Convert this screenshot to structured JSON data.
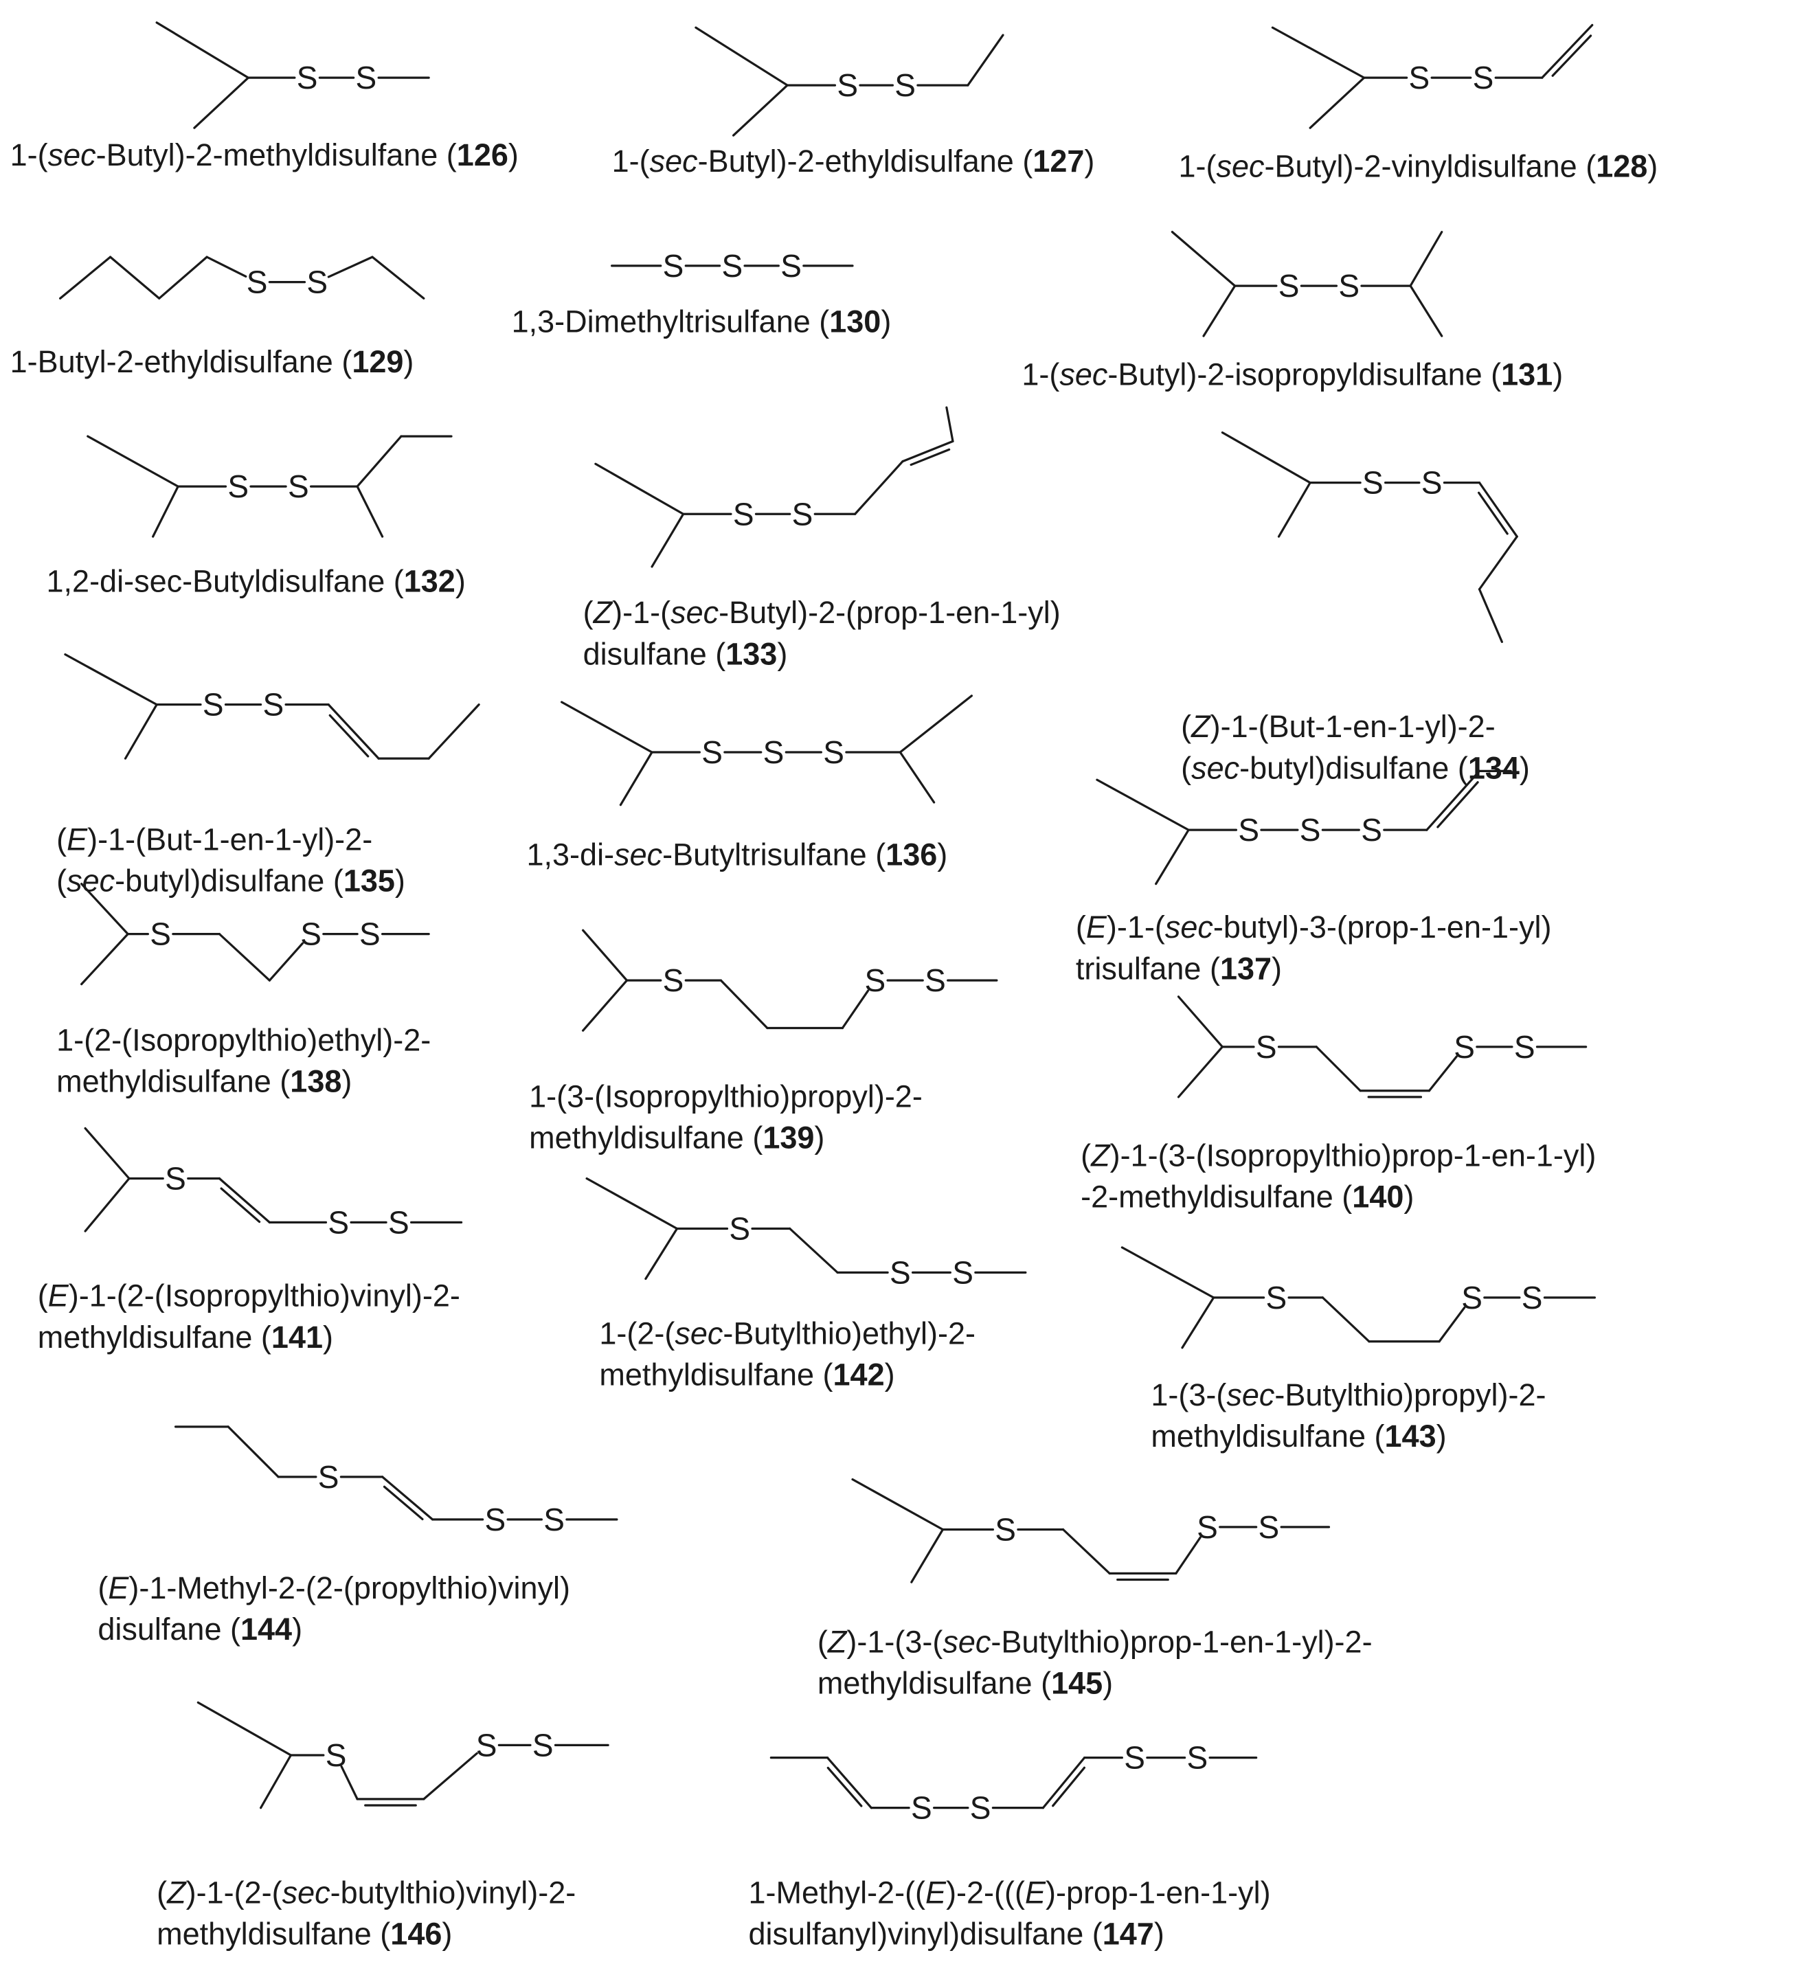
{
  "atom_symbol": "S",
  "compounds": [
    {
      "id": "126",
      "line1": [
        [
          "1-(",
          0
        ],
        [
          "sec",
          1
        ],
        [
          "-Butyl)-2-methyldisulfane (",
          0
        ]
      ]
    },
    {
      "id": "127",
      "line1": [
        [
          "1-(",
          0
        ],
        [
          "sec",
          1
        ],
        [
          "-Butyl)-2-ethyldisulfane (",
          0
        ]
      ]
    },
    {
      "id": "128",
      "line1": [
        [
          "1-(",
          0
        ],
        [
          "sec",
          1
        ],
        [
          "-Butyl)-2-vinyldisulfane (",
          0
        ]
      ]
    },
    {
      "id": "129",
      "line1": [
        [
          "1-Butyl-2-ethyldisulfane (",
          0
        ]
      ]
    },
    {
      "id": "130",
      "line1": [
        [
          "1,3-Dimethyltrisulfane (",
          0
        ]
      ]
    },
    {
      "id": "131",
      "line1": [
        [
          "1-(",
          0
        ],
        [
          "sec",
          1
        ],
        [
          "-Butyl)-2-isopropyldisulfane (",
          0
        ]
      ]
    },
    {
      "id": "132",
      "line1": [
        [
          "1,2-di-sec-Butyldisulfane (",
          0
        ]
      ]
    },
    {
      "id": "133",
      "line1": [
        [
          "(",
          0
        ],
        [
          "Z",
          1
        ],
        [
          ")-1-(",
          0
        ],
        [
          "sec",
          1
        ],
        [
          "-Butyl)-2-(prop-1-en-1-yl)",
          0
        ]
      ],
      "line2": [
        [
          "disulfane (",
          0
        ]
      ]
    },
    {
      "id": "134",
      "line1": [
        [
          "(",
          0
        ],
        [
          "Z",
          1
        ],
        [
          ")-1-(But-1-en-1-yl)-2-",
          0
        ]
      ],
      "line2": [
        [
          "(",
          0
        ],
        [
          "sec",
          1
        ],
        [
          "-butyl)disulfane (",
          0
        ]
      ]
    },
    {
      "id": "135",
      "line1": [
        [
          "(",
          0
        ],
        [
          "E",
          1
        ],
        [
          ")-1-(But-1-en-1-yl)-2-",
          0
        ]
      ],
      "line2": [
        [
          "(",
          0
        ],
        [
          "sec",
          1
        ],
        [
          "-butyl)disulfane (",
          0
        ]
      ]
    },
    {
      "id": "136",
      "line1": [
        [
          "1,3-di-",
          0
        ],
        [
          "sec",
          1
        ],
        [
          "-Butyltrisulfane (",
          0
        ]
      ]
    },
    {
      "id": "137",
      "line1": [
        [
          "(",
          0
        ],
        [
          "E",
          1
        ],
        [
          ")-1-(",
          0
        ],
        [
          "sec",
          1
        ],
        [
          "-butyl)-3-(prop-1-en-1-yl)",
          0
        ]
      ],
      "line2": [
        [
          "trisulfane (",
          0
        ]
      ]
    },
    {
      "id": "138",
      "line1": [
        [
          "1-(2-(Isopropylthio)ethyl)-2-",
          0
        ]
      ],
      "line2": [
        [
          "methyldisulfane (",
          0
        ]
      ]
    },
    {
      "id": "139",
      "line1": [
        [
          "1-(3-(Isopropylthio)propyl)-2-",
          0
        ]
      ],
      "line2": [
        [
          "methyldisulfane (",
          0
        ]
      ]
    },
    {
      "id": "140",
      "line1": [
        [
          "(",
          0
        ],
        [
          "Z",
          1
        ],
        [
          ")-1-(3-(Isopropylthio)prop-1-en-1-yl)",
          0
        ]
      ],
      "line2": [
        [
          "-2-methyldisulfane (",
          0
        ]
      ]
    },
    {
      "id": "141",
      "line1": [
        [
          "(",
          0
        ],
        [
          "E",
          1
        ],
        [
          ")-1-(2-(Isopropylthio)vinyl)-2-",
          0
        ]
      ],
      "line2": [
        [
          "methyldisulfane (",
          0
        ]
      ]
    },
    {
      "id": "142",
      "line1": [
        [
          "1-(2-(",
          0
        ],
        [
          "sec",
          1
        ],
        [
          "-Butylthio)ethyl)-2-",
          0
        ]
      ],
      "line2": [
        [
          "methyldisulfane (",
          0
        ]
      ]
    },
    {
      "id": "143",
      "line1": [
        [
          "1-(3-(",
          0
        ],
        [
          "sec",
          1
        ],
        [
          "-Butylthio)propyl)-2-",
          0
        ]
      ],
      "line2": [
        [
          "methyldisulfane (",
          0
        ]
      ]
    },
    {
      "id": "144",
      "line1": [
        [
          "(",
          0
        ],
        [
          "E",
          1
        ],
        [
          ")-1-Methyl-2-(2-(propylthio)vinyl)",
          0
        ]
      ],
      "line2": [
        [
          "disulfane (",
          0
        ]
      ]
    },
    {
      "id": "145",
      "line1": [
        [
          "(",
          0
        ],
        [
          "Z",
          1
        ],
        [
          ")-1-(3-(",
          0
        ],
        [
          "sec",
          1
        ],
        [
          "-Butylthio)prop-1-en-1-yl)-2-",
          0
        ]
      ],
      "line2": [
        [
          "methyldisulfane (",
          0
        ]
      ]
    },
    {
      "id": "146",
      "line1": [
        [
          "(",
          0
        ],
        [
          "Z",
          1
        ],
        [
          ")-1-(2-(",
          0
        ],
        [
          "sec",
          1
        ],
        [
          "-butylthio)vinyl)-2-",
          0
        ]
      ],
      "line2": [
        [
          "methyldisulfane (",
          0
        ]
      ]
    },
    {
      "id": "147",
      "line1": [
        [
          "1-Methyl-2-((",
          0
        ],
        [
          "E",
          1
        ],
        [
          ")-2-(((",
          0
        ],
        [
          "E",
          1
        ],
        [
          ")-prop-1-en-1-yl)",
          0
        ]
      ],
      "line2": [
        [
          "disulfanyl)vinyl)disulfane (",
          0
        ]
      ]
    }
  ]
}
